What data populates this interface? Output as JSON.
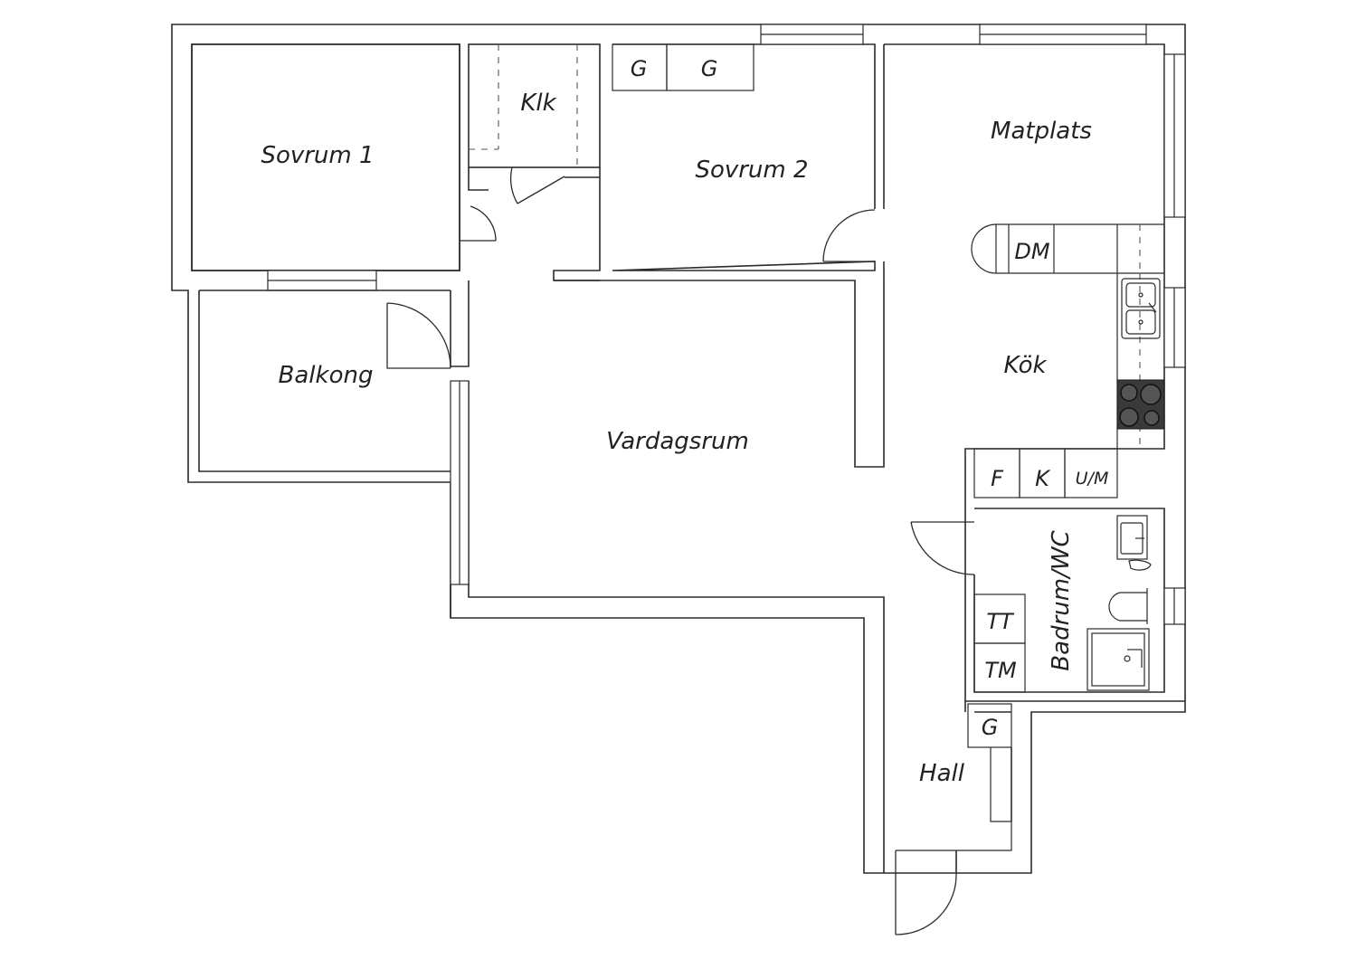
{
  "rooms": {
    "sovrum1": "Sovrum 1",
    "klk": "Klk",
    "sovrum2": "Sovrum 2",
    "matplats": "Matplats",
    "balkong": "Balkong",
    "vardagsrum": "Vardagsrum",
    "kok": "Kök",
    "badrum": "Badrum/WC",
    "hall": "Hall"
  },
  "fixtures": {
    "g_wardrobe_1": "G",
    "g_wardrobe_2": "G",
    "dm": "DM",
    "f": "F",
    "k": "K",
    "um": "U/M",
    "tt": "TT",
    "tm": "TM",
    "g_hall": "G"
  }
}
